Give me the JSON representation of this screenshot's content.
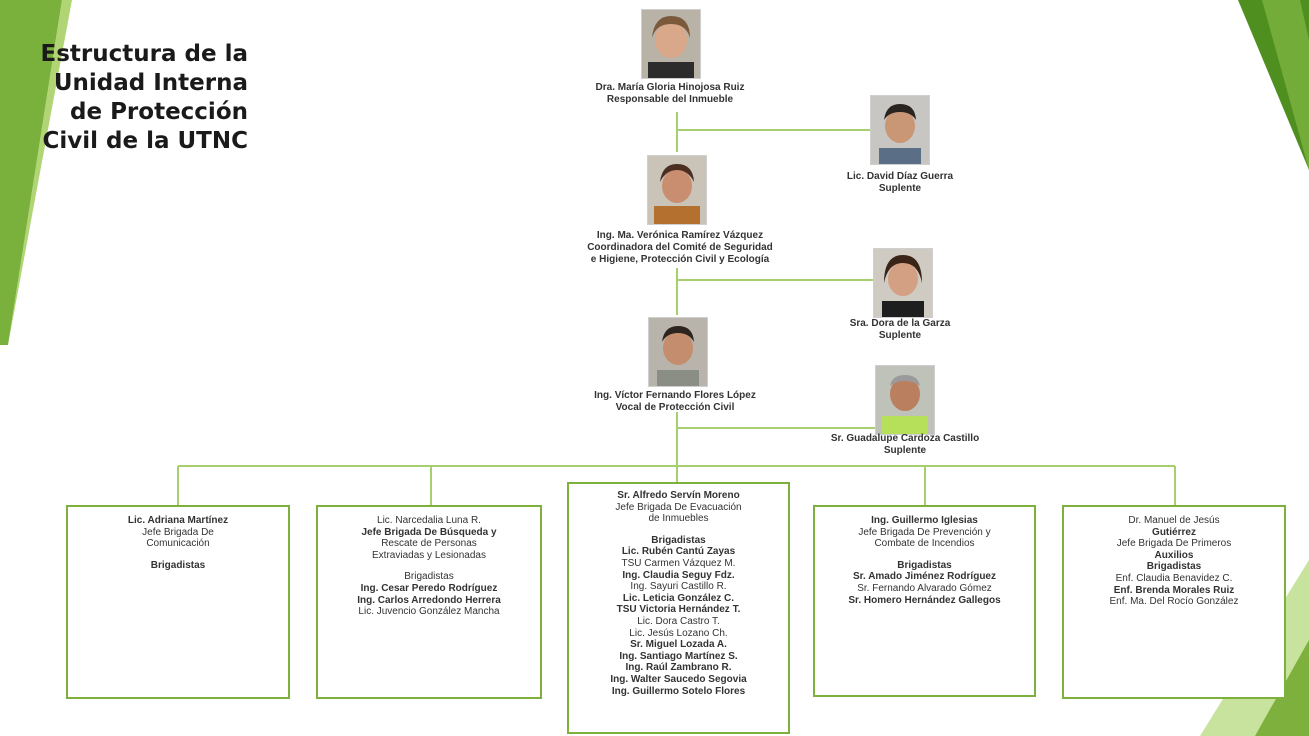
{
  "title_lines": [
    "Estructura de la",
    "Unidad Interna",
    "de Protección",
    "Civil de la UTNC"
  ],
  "colors": {
    "accent": "#7db03c",
    "accent_dark": "#4f8f1f",
    "line": "#a8cf6f"
  },
  "people": {
    "responsable": {
      "name": "Dra. María Gloria Hinojosa Ruiz",
      "role": "Responsable del Inmueble"
    },
    "suplente_1": {
      "name": "Lic. David Díaz Guerra",
      "role": "Suplente"
    },
    "coordinadora": {
      "name": "Ing. Ma. Verónica Ramírez Vázquez",
      "role_1": "Coordinadora del Comité de Seguridad",
      "role_2": "e Higiene, Protección Civil y Ecología"
    },
    "suplente_2": {
      "name": "Sra. Dora de la Garza",
      "role": "Suplente"
    },
    "vocal": {
      "name": "Ing. Víctor Fernando Flores López",
      "role": "Vocal de Protección Civil"
    },
    "suplente_3": {
      "name": "Sr. Guadalupe Cardoza Castillo",
      "role": "Suplente"
    }
  },
  "brigades": [
    {
      "lines": [
        "Lic. Adriana Martínez",
        "Jefe Brigada De",
        "Comunicación",
        "",
        "Brigadistas"
      ]
    },
    {
      "lines": [
        "Lic. Narcedalia Luna R.",
        "Jefe Brigada De Búsqueda y",
        "Rescate de Personas",
        "Extraviadas y Lesionadas",
        "",
        "Brigadistas",
        "Ing. Cesar Peredo Rodríguez",
        "Ing. Carlos Arredondo Herrera",
        "Lic. Juvencio González Mancha"
      ]
    },
    {
      "lines": [
        "Sr. Alfredo Servín Moreno",
        "Jefe Brigada De Evacuación",
        "de Inmuebles",
        "",
        "Brigadistas",
        "Lic. Rubén Cantú Zayas",
        "TSU Carmen Vázquez M.",
        "Ing. Claudia Seguy Fdz.",
        "Ing. Sayuri Castillo R.",
        "Lic. Leticia González C.",
        "TSU Victoria Hernández T.",
        "Lic. Dora Castro T.",
        "Lic. Jesús Lozano Ch.",
        "Sr. Miguel Lozada A.",
        "Ing. Santiago Martínez S.",
        "Ing. Raúl Zambrano R.",
        "Ing. Walter Saucedo Segovia",
        "Ing. Guillermo Sotelo Flores"
      ]
    },
    {
      "lines": [
        "Ing. Guillermo Iglesias",
        "Jefe Brigada De Prevención y",
        "Combate de Incendios",
        "",
        "Brigadistas",
        "Sr. Amado Jiménez Rodríguez",
        "Sr. Fernando Alvarado Gómez",
        "Sr. Homero Hernández Gallegos"
      ]
    },
    {
      "lines": [
        "Dr. Manuel de Jesús",
        "Gutiérrez",
        "Jefe Brigada De Primeros",
        "Auxilios",
        "Brigadistas",
        "Enf. Claudia Benavidez C.",
        "Enf. Brenda Morales Ruiz",
        "Enf. Ma. Del Rocío González"
      ]
    }
  ]
}
